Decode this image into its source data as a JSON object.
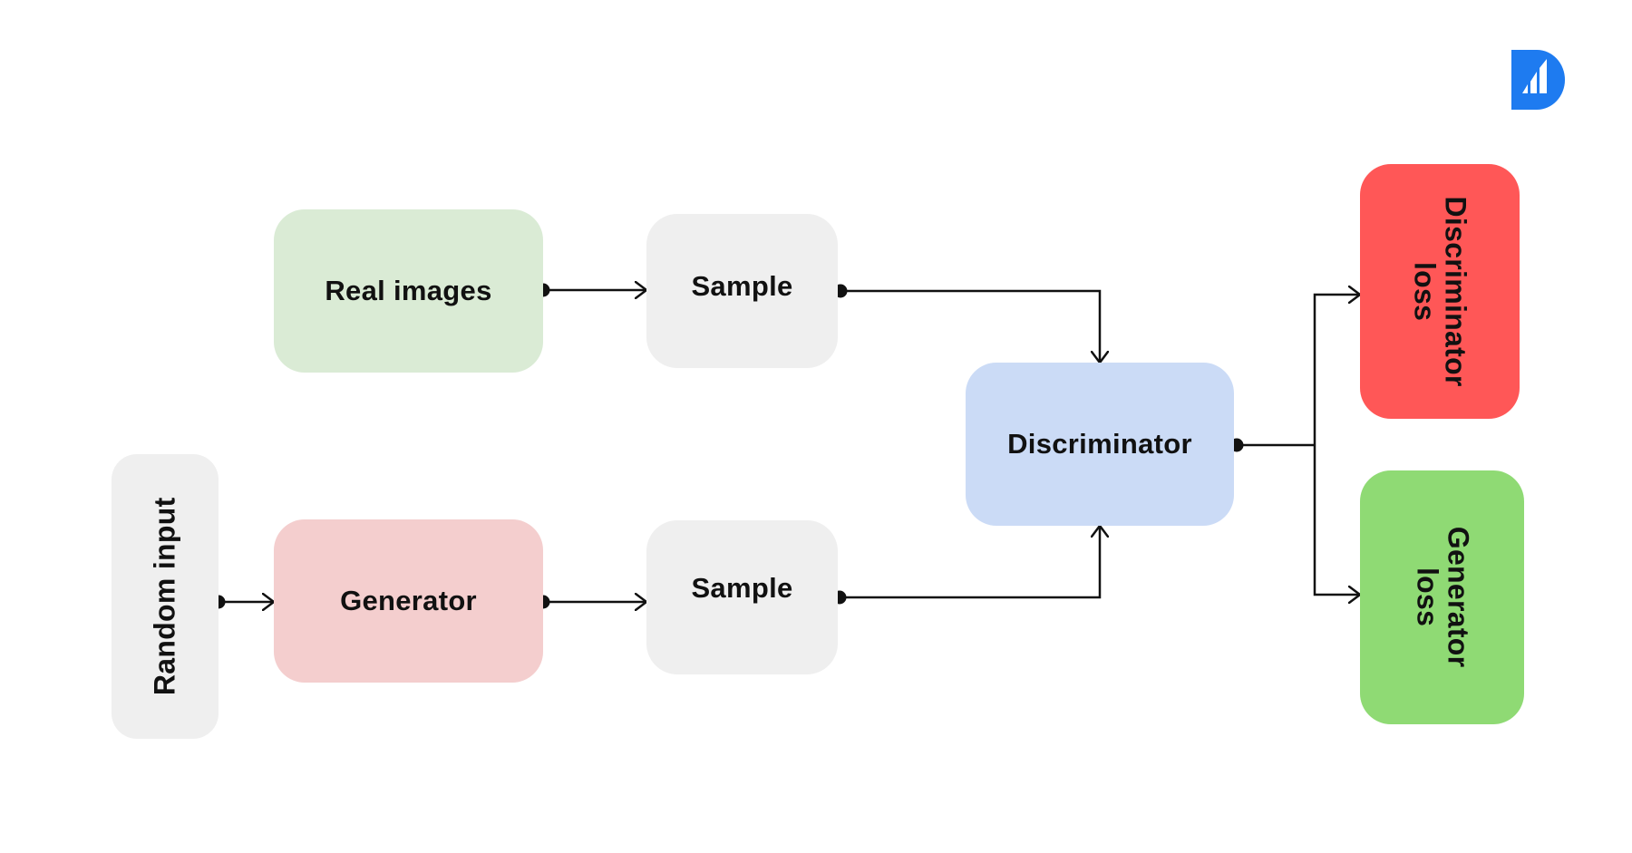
{
  "nodes": {
    "random_input": {
      "label": "Random input",
      "color": "#EFEFEF"
    },
    "real_images": {
      "label": "Real images",
      "color": "#DAEBD5"
    },
    "generator": {
      "label": "Generator",
      "color": "#F4CECE"
    },
    "sample_top": {
      "label": "Sample",
      "color": "#EFEFEF"
    },
    "sample_bottom": {
      "label": "Sample",
      "color": "#EFEFEF"
    },
    "discriminator": {
      "label": "Discriminator",
      "color": "#CBDBF6"
    },
    "discriminator_loss": {
      "label": "Discriminator loss",
      "color": "#FF5757"
    },
    "generator_loss": {
      "label": "Generator loss",
      "color": "#8FDA74"
    }
  },
  "edges": [
    {
      "from": "random_input",
      "to": "generator"
    },
    {
      "from": "real_images",
      "to": "sample_top"
    },
    {
      "from": "generator",
      "to": "sample_bottom"
    },
    {
      "from": "sample_top",
      "to": "discriminator"
    },
    {
      "from": "sample_bottom",
      "to": "discriminator"
    },
    {
      "from": "discriminator",
      "to": "discriminator_loss"
    },
    {
      "from": "discriminator",
      "to": "generator_loss"
    }
  ],
  "logo": {
    "icon": "bar-chart-logo-icon",
    "color": "#1E7BF0"
  },
  "connector_color": "#111111"
}
